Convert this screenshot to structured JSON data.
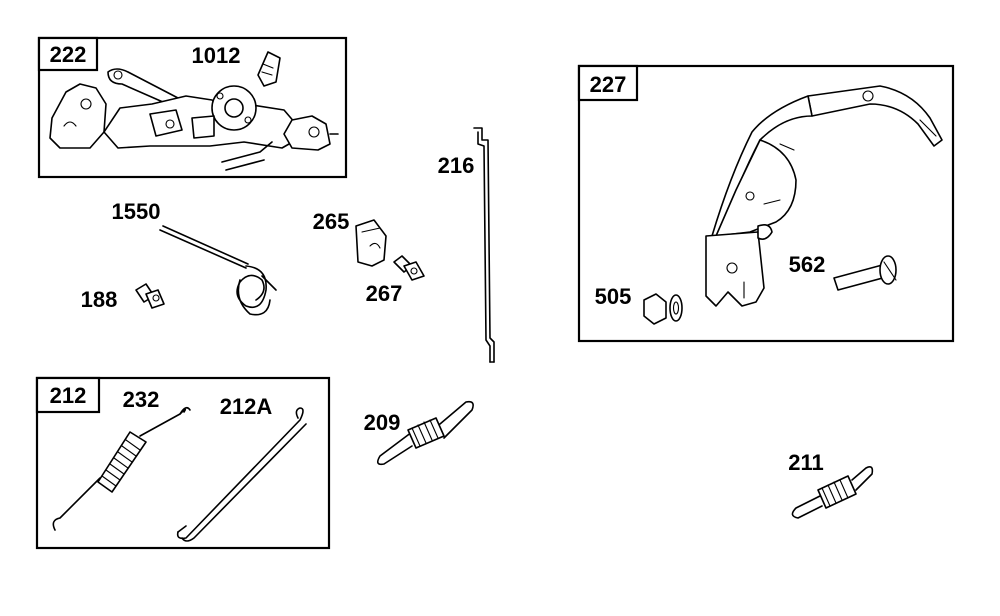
{
  "groups": {
    "g222": {
      "label": "222"
    },
    "g227": {
      "label": "227"
    },
    "g212": {
      "label": "212"
    }
  },
  "parts": {
    "p1012": "1012",
    "p1550": "1550",
    "p188": "188",
    "p265": "265",
    "p267": "267",
    "p216": "216",
    "p232": "232",
    "p212A": "212A",
    "p209": "209",
    "p505": "505",
    "p562": "562",
    "p211": "211"
  }
}
